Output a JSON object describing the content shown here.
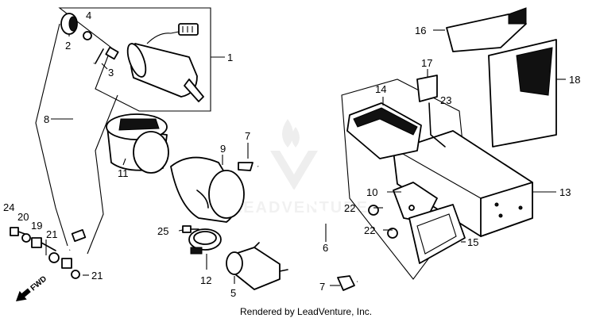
{
  "callouts": [
    {
      "id": "c1",
      "text": "1"
    },
    {
      "id": "c2",
      "text": "2"
    },
    {
      "id": "c3",
      "text": "3"
    },
    {
      "id": "c4",
      "text": "4"
    },
    {
      "id": "c5",
      "text": "5"
    },
    {
      "id": "c6",
      "text": "6"
    },
    {
      "id": "c7a",
      "text": "7"
    },
    {
      "id": "c7b",
      "text": "7"
    },
    {
      "id": "c8",
      "text": "8"
    },
    {
      "id": "c9",
      "text": "9"
    },
    {
      "id": "c10",
      "text": "10"
    },
    {
      "id": "c11",
      "text": "11"
    },
    {
      "id": "c12",
      "text": "12"
    },
    {
      "id": "c13",
      "text": "13"
    },
    {
      "id": "c14",
      "text": "14"
    },
    {
      "id": "c15",
      "text": "15"
    },
    {
      "id": "c16",
      "text": "16"
    },
    {
      "id": "c17",
      "text": "17"
    },
    {
      "id": "c18",
      "text": "18"
    },
    {
      "id": "c19",
      "text": "19"
    },
    {
      "id": "c20",
      "text": "20"
    },
    {
      "id": "c21a",
      "text": "21"
    },
    {
      "id": "c21b",
      "text": "21"
    },
    {
      "id": "c22a",
      "text": "22"
    },
    {
      "id": "c22b",
      "text": "22"
    },
    {
      "id": "c23",
      "text": "23"
    },
    {
      "id": "c24",
      "text": "24"
    },
    {
      "id": "c25",
      "text": "25"
    }
  ],
  "direction_label": "FWD",
  "footer": "Rendered by LeadVenture, Inc.",
  "watermark": "LEADVENTURE",
  "colors": {
    "line": "#000000",
    "background": "#ffffff",
    "watermark": "#d9d9d9"
  }
}
